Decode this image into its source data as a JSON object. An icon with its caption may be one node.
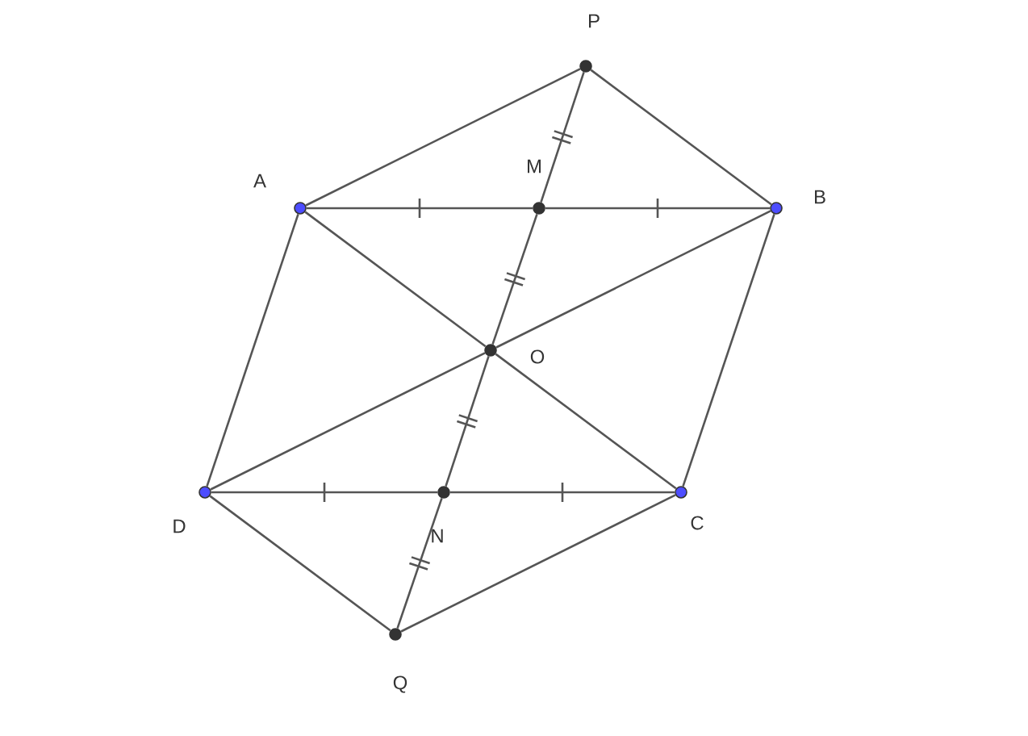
{
  "diagram": {
    "nodes": [
      {
        "text": [],
        "shape": "circle",
        "beside": [
          "P"
        ]
      },
      {
        "text": [],
        "shape": "circle",
        "beside": [
          "A"
        ]
      },
      {
        "text": [],
        "shape": "circle",
        "beside": [
          "M"
        ]
      },
      {
        "text": [],
        "shape": "circle",
        "beside": [
          "B"
        ]
      },
      {
        "text": [],
        "shape": "circle",
        "beside": [
          "O"
        ]
      },
      {
        "text": [],
        "shape": "circle",
        "beside": [
          "D"
        ]
      },
      {
        "text": [],
        "shape": "circle",
        "beside": [
          "N"
        ]
      },
      {
        "text": [],
        "shape": "circle",
        "beside": [
          "C"
        ]
      },
      {
        "text": [],
        "shape": "circle",
        "beside": [
          "Q"
        ]
      }
    ],
    "edges": [
      {
        "from": 1,
        "to": 0,
        "arrow": "none"
      },
      {
        "from": 0,
        "to": 3,
        "arrow": "none"
      },
      {
        "from": 1,
        "to": 2,
        "arrow": "none"
      },
      {
        "from": 2,
        "to": 3,
        "arrow": "none"
      },
      {
        "from": 0,
        "to": 2,
        "arrow": "none"
      },
      {
        "from": 2,
        "to": 4,
        "arrow": "none"
      },
      {
        "from": 4,
        "to": 6,
        "arrow": "none"
      },
      {
        "from": 6,
        "to": 8,
        "arrow": "none"
      },
      {
        "from": 1,
        "to": 4,
        "arrow": "none"
      },
      {
        "from": 4,
        "to": 7,
        "arrow": "none"
      },
      {
        "from": 3,
        "to": 4,
        "arrow": "none"
      },
      {
        "from": 4,
        "to": 5,
        "arrow": "none"
      },
      {
        "from": 1,
        "to": 5,
        "arrow": "none"
      },
      {
        "from": 3,
        "to": 7,
        "arrow": "none"
      },
      {
        "from": 5,
        "to": 6,
        "arrow": "none"
      },
      {
        "from": 6,
        "to": 7,
        "arrow": "none"
      },
      {
        "from": 5,
        "to": 8,
        "arrow": "none"
      },
      {
        "from": 8,
        "to": 7,
        "arrow": "none"
      }
    ]
  }
}
